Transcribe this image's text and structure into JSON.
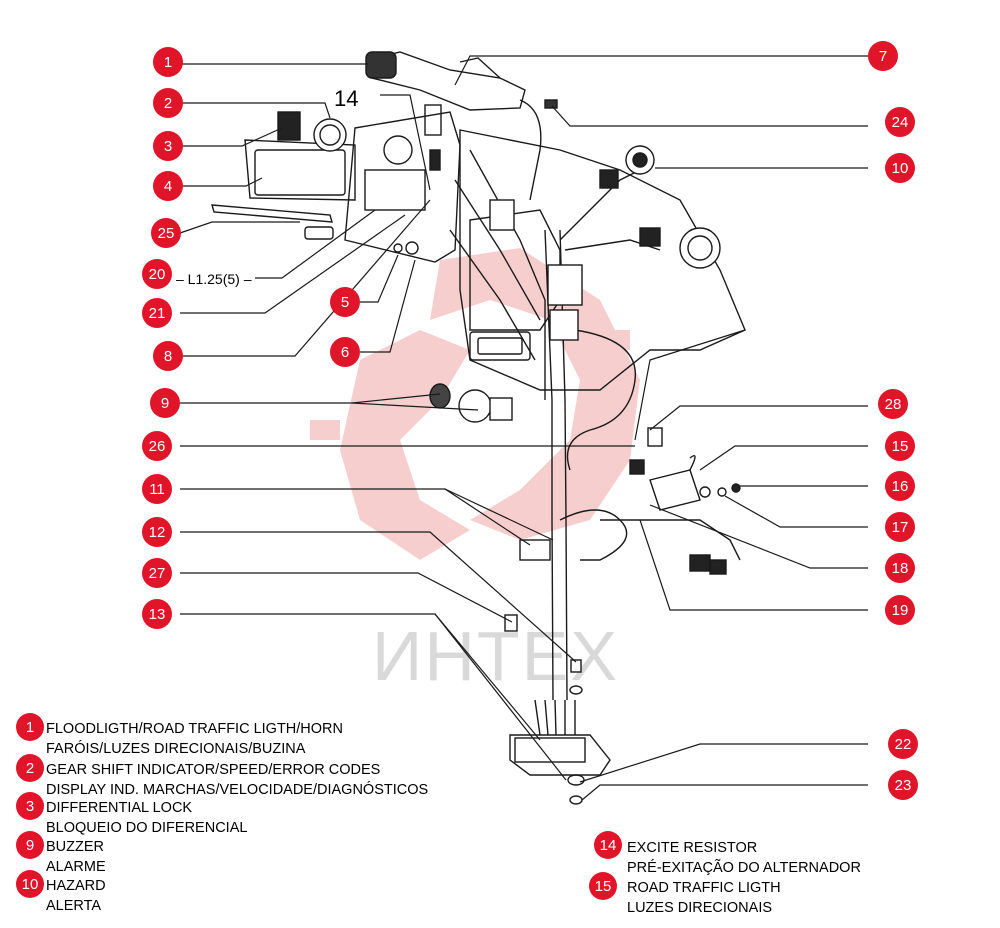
{
  "callouts": [
    {
      "num": "1"
    },
    {
      "num": "2"
    },
    {
      "num": "3"
    },
    {
      "num": "4"
    },
    {
      "num": "25"
    },
    {
      "num": "20"
    },
    {
      "num": "21"
    },
    {
      "num": "8"
    },
    {
      "num": "5"
    },
    {
      "num": "6"
    },
    {
      "num": "9"
    },
    {
      "num": "26"
    },
    {
      "num": "11"
    },
    {
      "num": "12"
    },
    {
      "num": "27"
    },
    {
      "num": "13"
    },
    {
      "num": "7"
    },
    {
      "num": "24"
    },
    {
      "num": "10"
    },
    {
      "num": "28"
    },
    {
      "num": "15"
    },
    {
      "num": "16"
    },
    {
      "num": "17"
    },
    {
      "num": "18"
    },
    {
      "num": "19"
    },
    {
      "num": "22"
    },
    {
      "num": "23"
    }
  ],
  "labels": {
    "part_14": "14",
    "l125": "– L1.25(5) –"
  },
  "watermark": "ИНТЕХ",
  "legend_left": [
    {
      "num": "1",
      "line1": "FLOODLIGTH/ROAD TRAFFIC LIGTH/HORN",
      "line2": "FARÓIS/LUZES DIRECIONAIS/BUZINA"
    },
    {
      "num": "2",
      "line1": "GEAR SHIFT INDICATOR/SPEED/ERROR CODES",
      "line2": "DISPLAY IND. MARCHAS/VELOCIDADE/DIAGNÓSTICOS"
    },
    {
      "num": "3",
      "line1": "DIFFERENTIAL LOCK",
      "line2": "BLOQUEIO DO DIFERENCIAL"
    },
    {
      "num": "9",
      "line1": "BUZZER",
      "line2": "ALARME"
    },
    {
      "num": "10",
      "line1": "HAZARD",
      "line2": "ALERTA"
    }
  ],
  "legend_right": [
    {
      "num": "14",
      "line1": "EXCITE RESISTOR",
      "line2": "PRÉ-EXITAÇÃO DO ALTERNADOR"
    },
    {
      "num": "15",
      "line1": "ROAD TRAFFIC LIGTH",
      "line2": "LUZES DIRECIONAIS"
    }
  ],
  "colors": {
    "callout_red": "#e0152a",
    "line": "#1a1a1a",
    "watermark_red": "#f6c9c9",
    "watermark_grey": "#d9d9d9"
  }
}
